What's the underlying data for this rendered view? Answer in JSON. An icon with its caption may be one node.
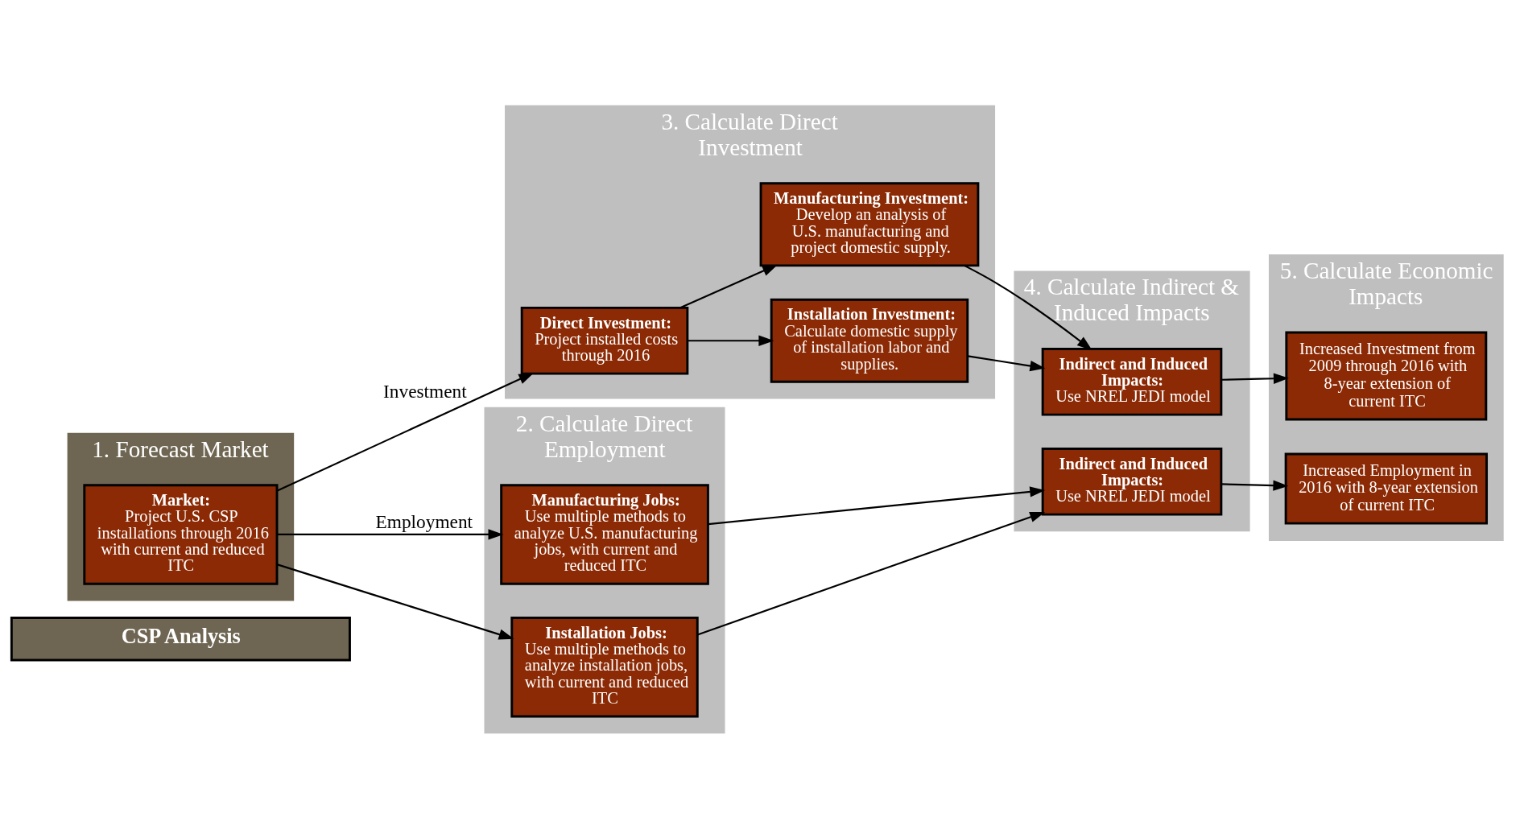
{
  "diagram": {
    "nodes": [
      {
        "text": [
          "CSP Analysis"
        ]
      },
      {
        "text": [
          "1. Forecast Market"
        ]
      },
      {
        "text": [
          "**Market:** Project U.S. CSP installations through 2016 with current and reduced ITC"
        ],
        "in": 1
      },
      {
        "text": [
          "2. Calculate Direct Employment"
        ]
      },
      {
        "text": [
          "**Manufacturing Jobs:** Use multiple methods to analyze U.S. manufacturing jobs, with current and reduced ITC"
        ],
        "in": 3
      },
      {
        "text": [
          "**Installation Jobs:** Use multiple methods to analyze installation jobs, with current and reduced ITC"
        ],
        "in": 3
      },
      {
        "text": [
          "3. Calculate Direct Investment"
        ]
      },
      {
        "text": [
          "**Direct Investment:** Project installed costs through 2016"
        ],
        "in": 6
      },
      {
        "text": [
          "**Manufacturing Investment:** Develop an analysis of U.S. manufacturing and project domestic supply."
        ],
        "in": 6
      },
      {
        "text": [
          "**Installation Investment:** Calculate domestic supply of installation labor and supplies."
        ],
        "in": 6
      },
      {
        "text": [
          "4. Calculate Indirect & Induced Impacts"
        ]
      },
      {
        "text": [
          "**Indirect and Induced Impacts:** Use NREL JEDI model"
        ],
        "in": 10
      },
      {
        "text": [
          "**Indirect and Induced Impacts:** Use NREL JEDI model"
        ],
        "in": 10
      },
      {
        "text": [
          "5. Calculate Economic Impacts"
        ]
      },
      {
        "text": [
          "Increased Employment in 2016 with 8-year extension of current ITC"
        ],
        "in": 13
      },
      {
        "text": [
          "Increased Investment from 2009 through 2016 with 8-year extension of current ITC"
        ],
        "in": 13
      }
    ],
    "edges": [
      {
        "from": 2,
        "to": 4,
        "arrow": "to",
        "label": "Employment"
      },
      {
        "from": 2,
        "to": 5,
        "arrow": "to"
      },
      {
        "from": 2,
        "to": 7,
        "arrow": "to",
        "label": "Investment"
      },
      {
        "from": 4,
        "to": 11,
        "arrow": "to"
      },
      {
        "from": 5,
        "to": 11,
        "arrow": "to"
      },
      {
        "from": 7,
        "to": 8,
        "arrow": "to"
      },
      {
        "from": 7,
        "to": 9,
        "arrow": "to"
      },
      {
        "from": 8,
        "to": 12,
        "arrow": "to"
      },
      {
        "from": 9,
        "to": 12,
        "arrow": "to"
      },
      {
        "from": 11,
        "to": 14,
        "arrow": "to"
      },
      {
        "from": 12,
        "to": 15,
        "arrow": "to"
      }
    ]
  }
}
